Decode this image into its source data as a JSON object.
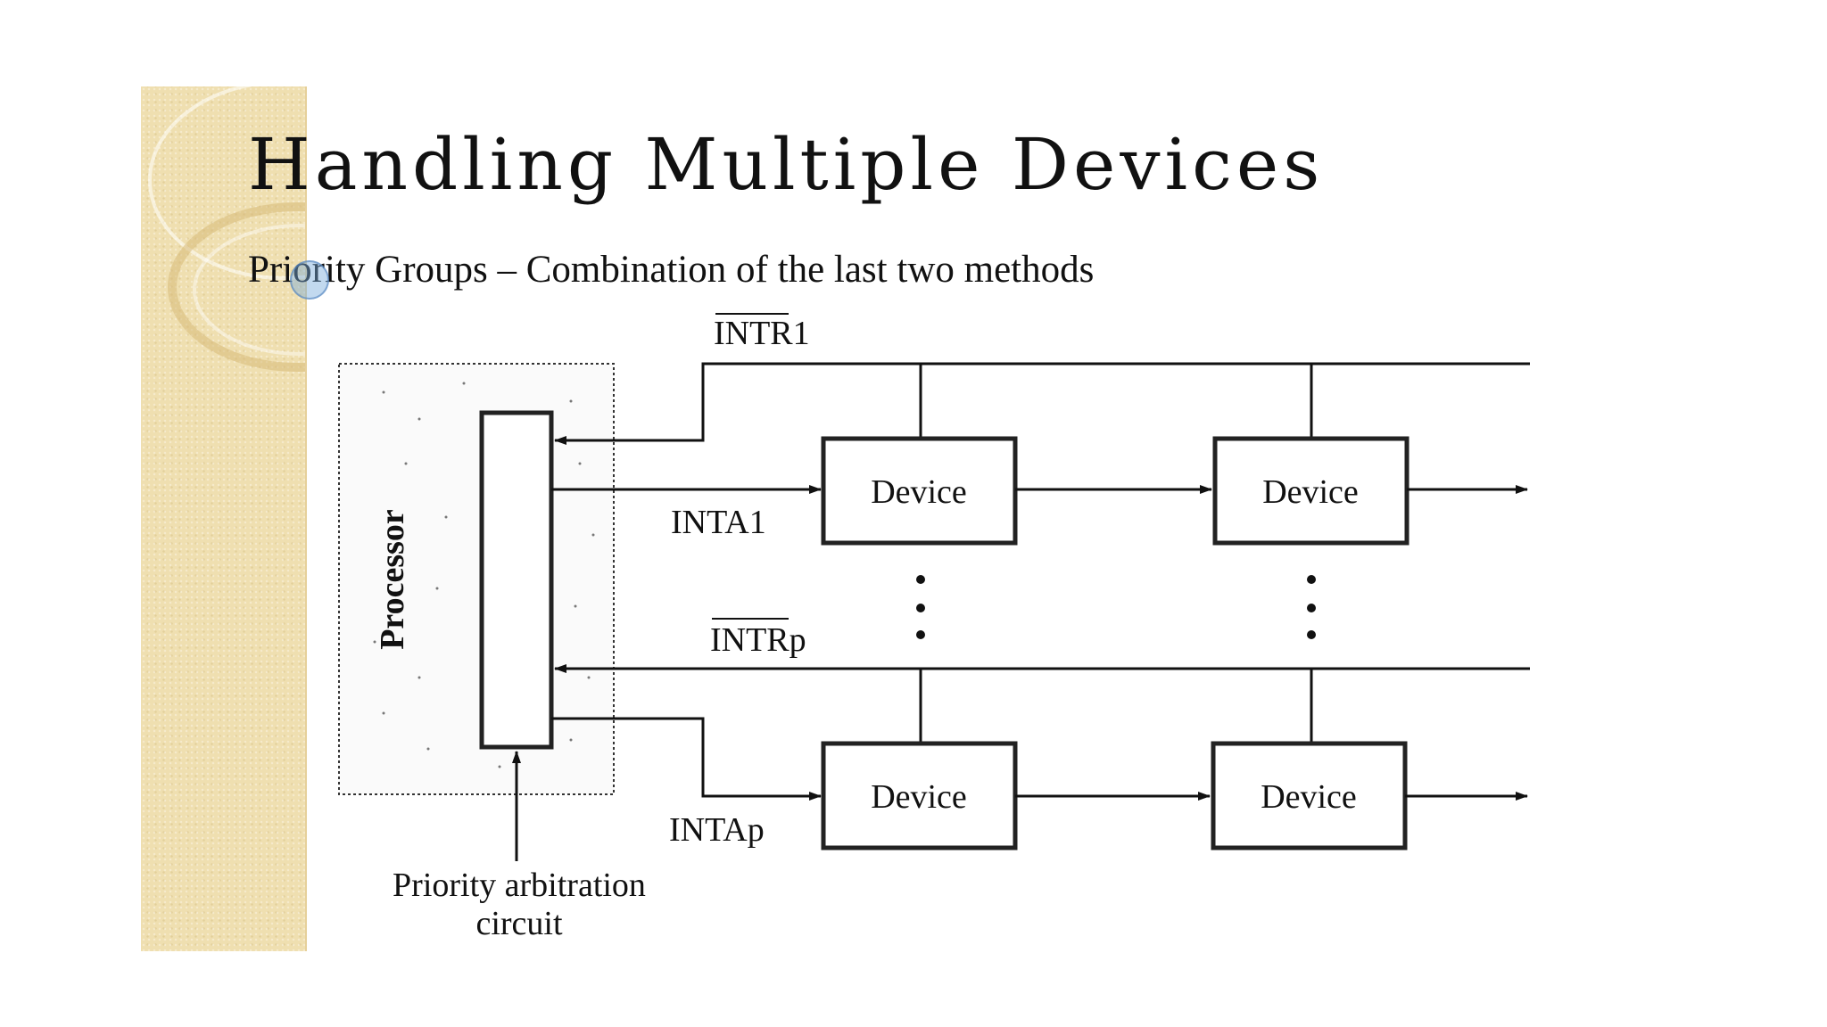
{
  "slide": {
    "title": "Handling Multiple Devices",
    "subtitle": "Priority Groups – Combination of the last two methods"
  },
  "diagram": {
    "processor_label": "Processor",
    "device_label": "Device",
    "intr1_label": "INTR1",
    "inta1_label": "INTA1",
    "intrp_label": "INTRp",
    "intap_label": "INTAp",
    "arbitration_label_line1": "Priority arbitration",
    "arbitration_label_line2": "circuit",
    "continuation_dots": "⋮"
  },
  "colors": {
    "accent_strip": "#efdfb0",
    "line": "#111111"
  }
}
